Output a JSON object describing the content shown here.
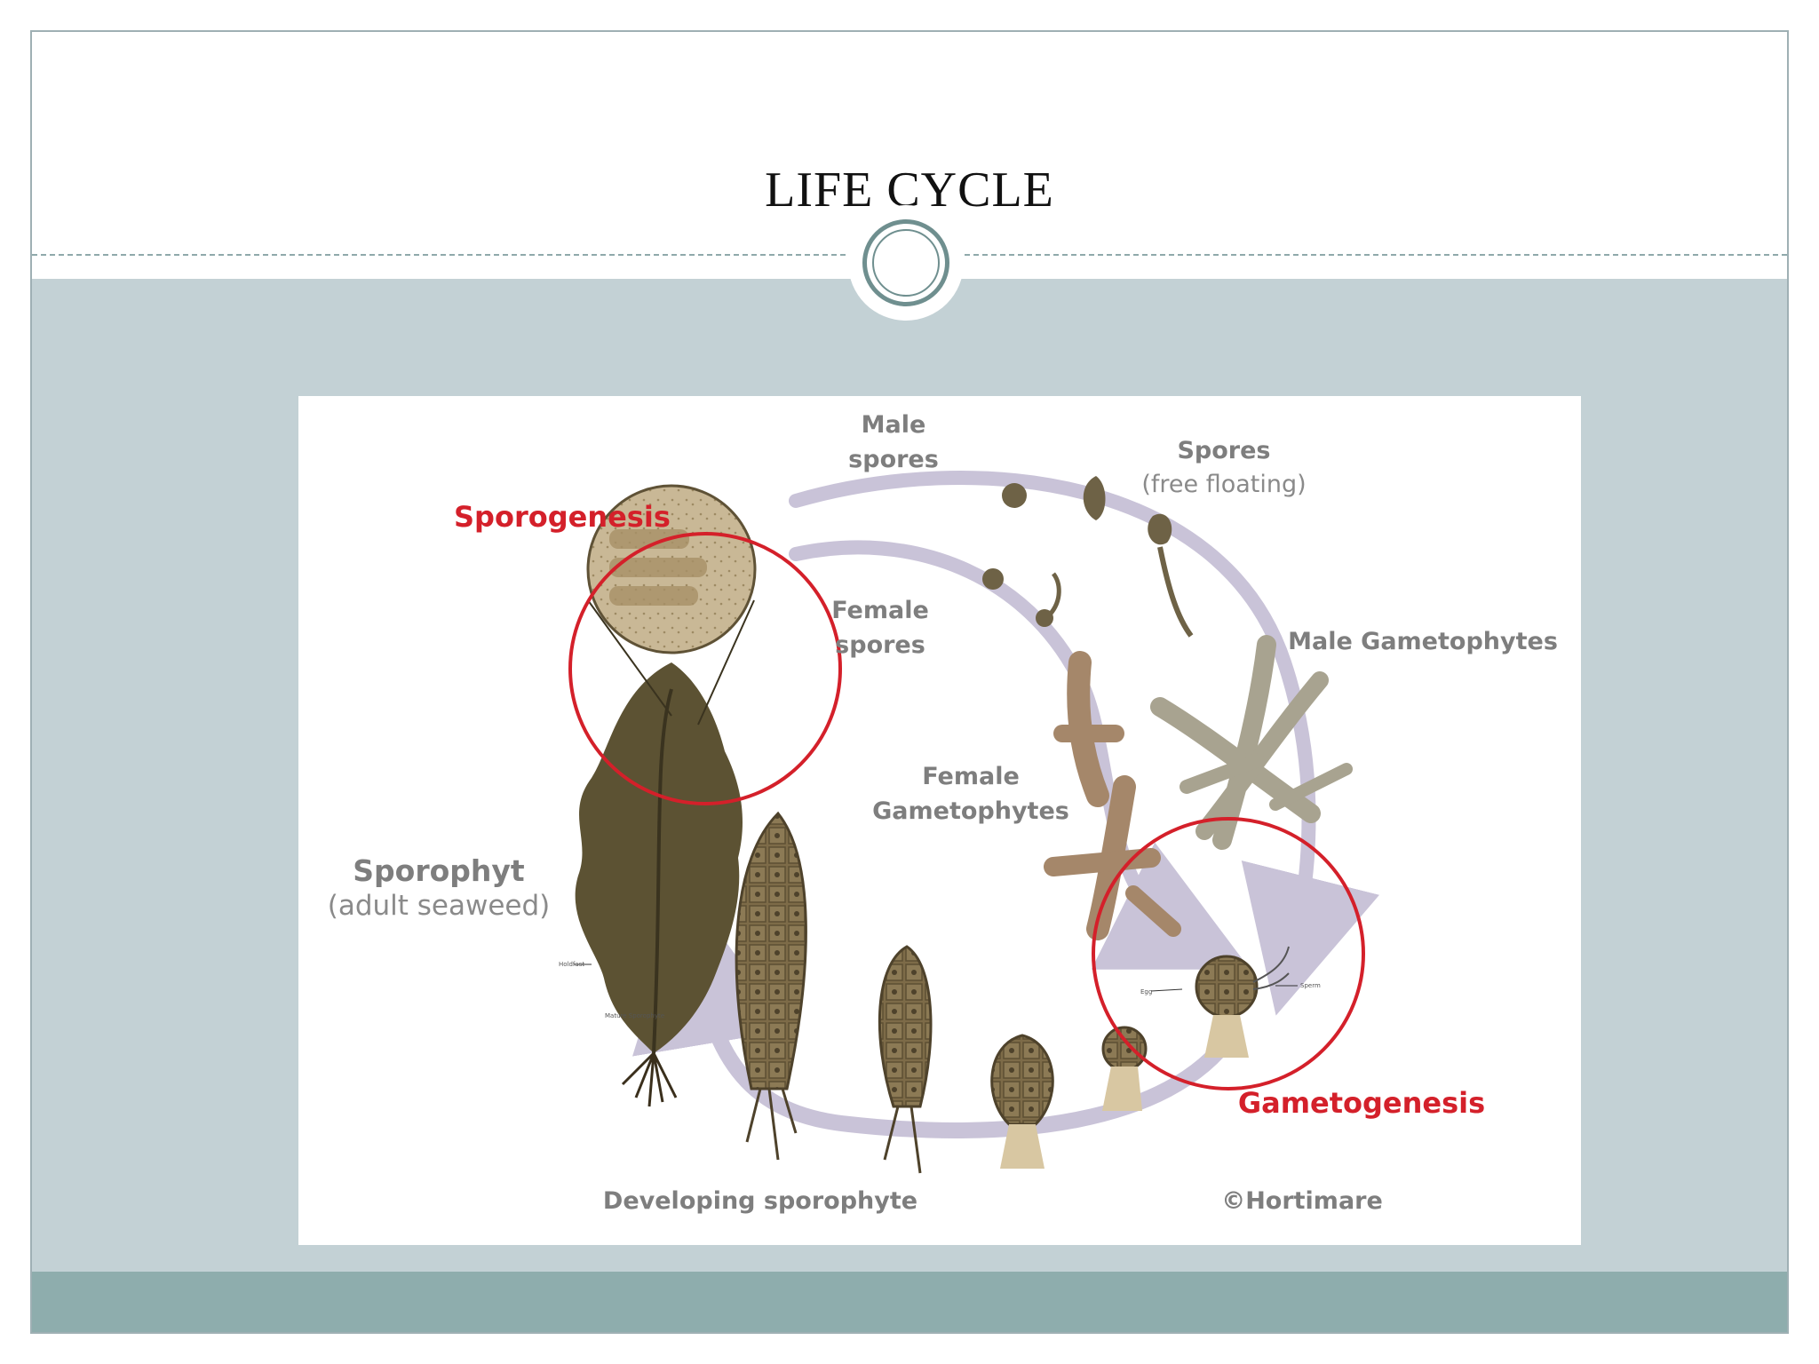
{
  "slide": {
    "title": "LIFE CYCLE"
  },
  "diagram": {
    "labels": {
      "male_spores_1": "Male",
      "male_spores_2": "spores",
      "spores_1": "Spores",
      "spores_2": "(free floating)",
      "sporogenesis": "Sporogenesis",
      "female_spores_1": "Female",
      "female_spores_2": "spores",
      "male_gametophytes": "Male Gametophytes",
      "female_gametophytes_1": "Female",
      "female_gametophytes_2": "Gametophytes",
      "sporophyt_1": "Sporophyt",
      "sporophyt_2": "(adult seaweed)",
      "holdfast": "Holdfast",
      "mature_sporophyte": "Mature Sporophyte",
      "egg": "Egg",
      "sperm": "Sperm",
      "gametogenesis": "Gametogenesis",
      "developing_sporophyte": "Developing sporophyte",
      "copyright": "©Hortimare"
    }
  },
  "colors": {
    "content_band": "#c3d1d5",
    "footer_band": "#8eadad",
    "highlight_red": "#d4202a",
    "cycle_arrow": "#c9c3d8",
    "organism_brown": "#7a6a4a"
  }
}
